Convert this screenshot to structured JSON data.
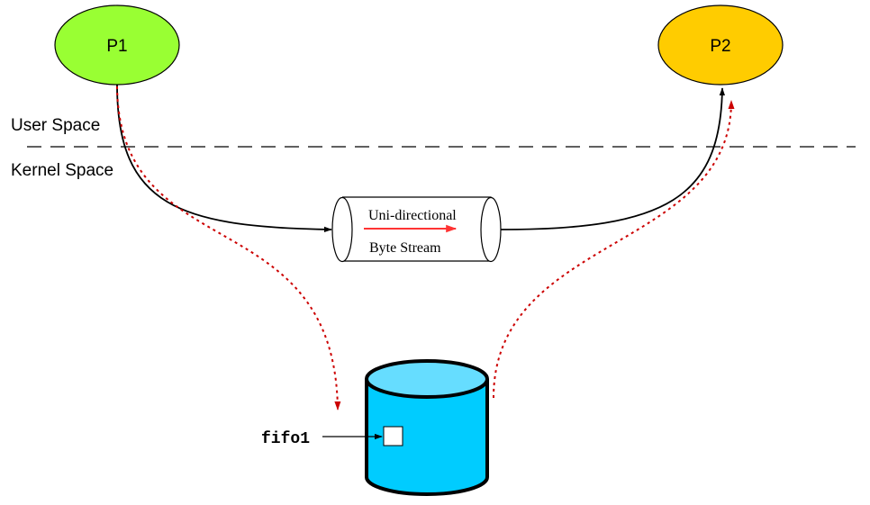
{
  "processes": {
    "p1": {
      "label": "P1",
      "color": "#99ff33"
    },
    "p2": {
      "label": "P2",
      "color": "#ffcc00"
    }
  },
  "regions": {
    "user_space": "User Space",
    "kernel_space": "Kernel Space"
  },
  "pipe": {
    "line1": "Uni-directional",
    "line2": "Byte Stream",
    "arrow_color": "#ff3333"
  },
  "fifo": {
    "label": "fifo1",
    "storage_color": "#00ccff",
    "storage_top_color": "#66ddff"
  },
  "colors": {
    "dotted_path": "#cc0000",
    "solid_path": "#000000"
  }
}
